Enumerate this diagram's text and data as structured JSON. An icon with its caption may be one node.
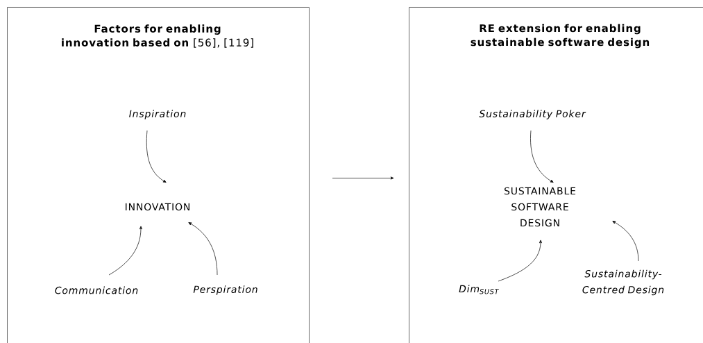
{
  "diagram": {
    "nodes": [
      {
        "text": [
          "**Factors for enabling innovation based on** [56], [119]"
        ]
      },
      {
        "text": [
          "Inspiration"
        ],
        "in": 0
      },
      {
        "text": [
          "INNOVATION"
        ],
        "in": 0
      },
      {
        "text": [
          "Communication"
        ],
        "in": 0
      },
      {
        "text": [
          "Perspiration"
        ],
        "in": 0
      },
      {
        "text": [
          "RE extension for enabling sustainable software design"
        ]
      },
      {
        "text": [
          "Sustainability Poker"
        ],
        "in": 5
      },
      {
        "text": [
          "SUSTAINABLE SOFTWARE DESIGN"
        ],
        "in": 5
      },
      {
        "text": [
          "Dim$_{SUST}$"
        ],
        "in": 5
      },
      {
        "text": [
          "Sustainability-Centred Design"
        ],
        "in": 5
      }
    ],
    "edges": [
      {
        "from": 1,
        "to": 2,
        "arrow": "to"
      },
      {
        "from": 3,
        "to": 2,
        "arrow": "to"
      },
      {
        "from": 4,
        "to": 2,
        "arrow": "to"
      },
      {
        "from": 0,
        "to": 5,
        "arrow": "to"
      },
      {
        "from": 6,
        "to": 7,
        "arrow": "to"
      },
      {
        "from": 8,
        "to": 7,
        "arrow": "to"
      },
      {
        "from": 9,
        "to": 7,
        "arrow": "to"
      }
    ]
  }
}
